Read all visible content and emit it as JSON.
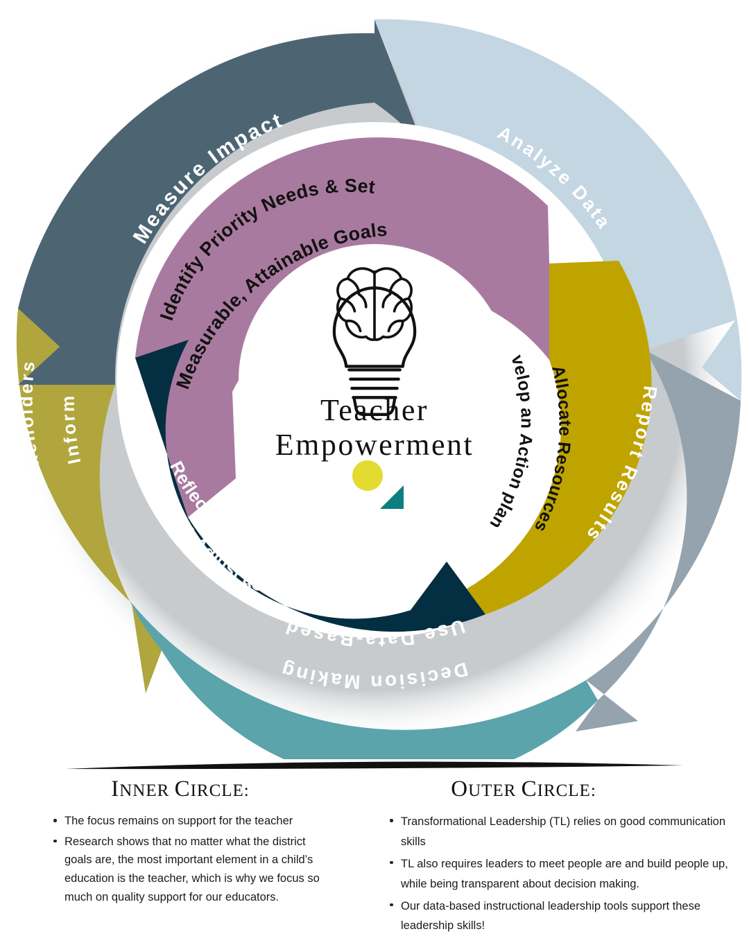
{
  "diagram": {
    "center": {
      "title_line1": "Teacher",
      "title_line2": "Empowerment",
      "icon": "lightbulb-brain-icon"
    },
    "outer_ring": [
      {
        "id": "measure-impact",
        "label": "Measure Impact",
        "color": "#4d6573",
        "text_color": "#ffffff"
      },
      {
        "id": "analyze-data",
        "label": "Analyze Data",
        "color": "#c3d6e2",
        "text_color": "#ffffff"
      },
      {
        "id": "report-results",
        "label": "Report Results",
        "color": "#94a3ae",
        "text_color": "#ffffff"
      },
      {
        "id": "use-data-based",
        "label": "Use Data-Based Decision Making",
        "color": "#5ba4ac",
        "text_color": "#ffffff"
      },
      {
        "id": "inform-stake",
        "label": "Inform Stakeholders",
        "color": "#b0a63d",
        "text_color": "#ffffff"
      }
    ],
    "inner_ring": [
      {
        "id": "identify-needs",
        "label": "Identify Priority Needs & Set Measurable, Attainable Goals",
        "color": "#a97a9f",
        "text_color": "#111111"
      },
      {
        "id": "develop-plan",
        "label": "Develop an Action plan & Allocate Resources",
        "color": "#bfa400",
        "text_color": "#111111"
      },
      {
        "id": "reflect-progress",
        "label": "Reflect on Progress, Celebrate & Adjust as necessary",
        "color": "#042e41",
        "text_color": "#ffffff"
      }
    ],
    "accents": {
      "dot_color": "#e3db2f",
      "triangle_color": "#0d7f80"
    }
  },
  "legend": {
    "inner": {
      "title": "Inner Circle:",
      "points": [
        "The focus remains on support for the teacher",
        "Research shows that no matter what the district goals are, the most important element in a child’s education is the teacher, which is why we focus so much on quality support for our educators."
      ]
    },
    "outer": {
      "title": "Outer Circle:",
      "points": [
        "Transformational Leadership (TL) relies on good communication skills",
        "TL also requires leaders to meet people are and build people up, while being transparent about decision making.",
        "Our data-based instructional leadership tools support these leadership skills!"
      ]
    }
  }
}
